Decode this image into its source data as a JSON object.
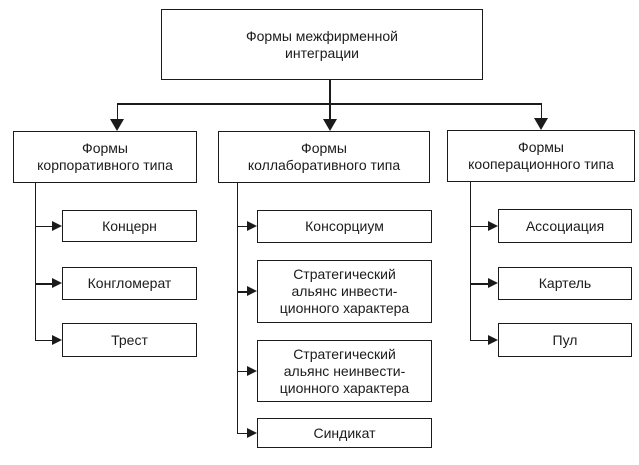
{
  "diagram": {
    "title": "Формы межфирменной интеграции",
    "root": {
      "label": "Формы межфирменной\nинтеграции"
    },
    "branches": [
      {
        "header": "Формы\nкорпоративного типа",
        "children": [
          "Концерн",
          "Конгломерат",
          "Трест"
        ]
      },
      {
        "header": "Формы\nколлаборативного типа",
        "children": [
          "Консорциум",
          "Стратегический\nальянс инвести-\nционного характера",
          "Стратегический\nальянс неинвести-\nционного характера",
          "Синдикат"
        ]
      },
      {
        "header": "Формы\nкооперационного типа",
        "children": [
          "Ассоциация",
          "Картель",
          "Пул"
        ]
      }
    ],
    "colors": {
      "line": "#1b1b1b",
      "text": "#1b1b1b",
      "box_background": "#ffffff",
      "page_background": "#ffffff"
    }
  }
}
